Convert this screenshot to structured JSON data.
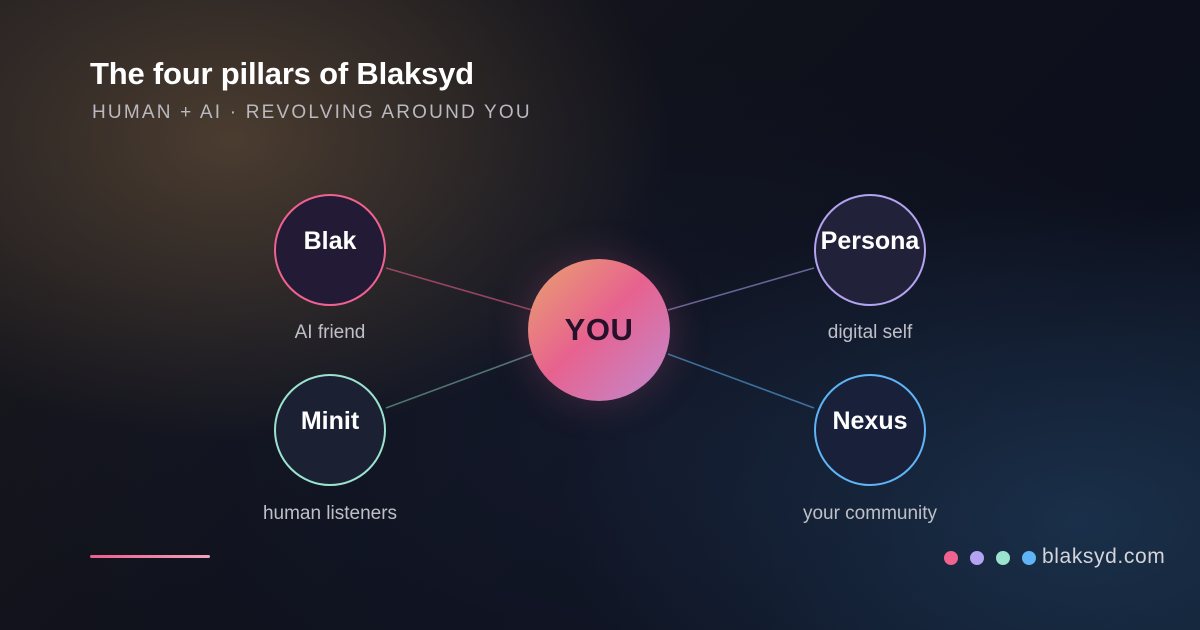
{
  "header": {
    "title": "The four pillars of Blaksyd",
    "subtitle": "HUMAN + AI · REVOLVING AROUND YOU"
  },
  "hub": {
    "label": "YOU"
  },
  "pillars": [
    {
      "label": "Blak",
      "caption": "AI friend",
      "color": "#f0628f"
    },
    {
      "label": "Minit",
      "caption": "human listeners",
      "color": "#9be3cf"
    },
    {
      "label": "Persona",
      "caption": "digital self",
      "color": "#b3a3f0"
    },
    {
      "label": "Nexus",
      "caption": "your community",
      "color": "#5fb4f5"
    }
  ],
  "footer": {
    "site": "blaksyd.com",
    "dot_colors": [
      "#f0628f",
      "#b3a3f0",
      "#9be3cf",
      "#5fb4f5"
    ]
  }
}
